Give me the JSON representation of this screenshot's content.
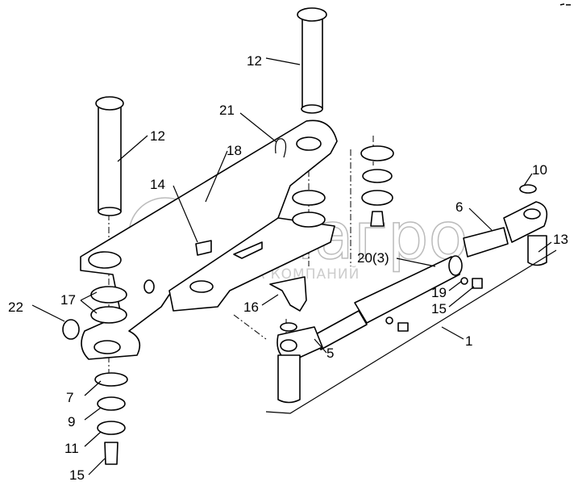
{
  "diagram": {
    "watermark": {
      "brand": "белагро",
      "tagline": "ГРУППА КОМПАНИЙ"
    },
    "labels": {
      "p12_top": "12",
      "p12_left": "12",
      "p21": "21",
      "p18": "18",
      "p14": "14",
      "p10": "10",
      "p6": "6",
      "p13": "13",
      "p20": "20(3)",
      "p22": "22",
      "p17": "17",
      "p16": "16",
      "p19": "19",
      "p15_right": "15",
      "p5": "5",
      "p1": "1",
      "p7": "7",
      "p9": "9",
      "p11": "11",
      "p15_bottom": "15"
    }
  }
}
